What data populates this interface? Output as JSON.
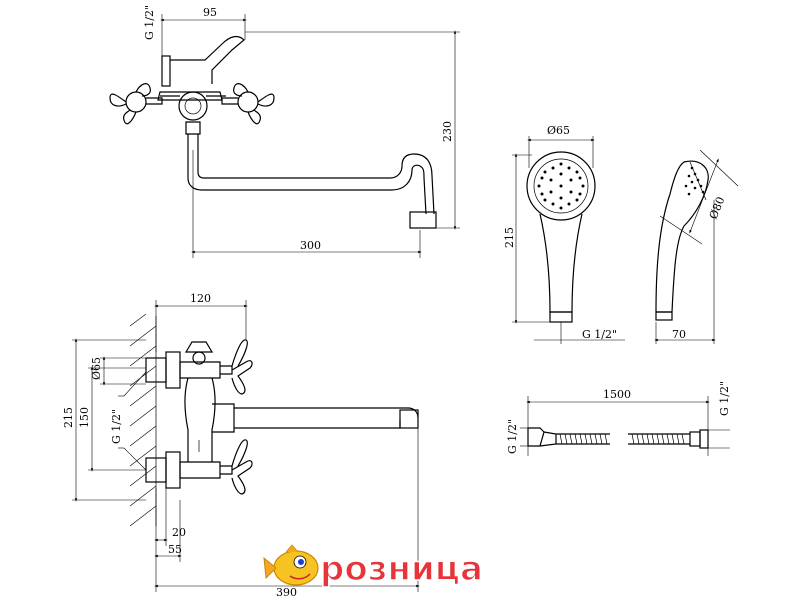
{
  "dimensions": {
    "top_g12": "G 1/2\"",
    "top_95": "95",
    "top_230": "230",
    "top_300": "300",
    "head_d65": "Ø65",
    "head_215": "215",
    "head_g12": "G 1/2\"",
    "head_d80": "Ø80",
    "head_70": "70",
    "side_120": "120",
    "side_d65": "Ø65",
    "side_215": "215",
    "side_150": "150",
    "side_g12": "G 1/2\"",
    "side_20": "20",
    "side_55": "55",
    "side_390": "390",
    "hose_1500": "1500",
    "hose_g12_left": "G 1/2\"",
    "hose_g12_right": "G 1/2\""
  },
  "logo": {
    "text": "розница",
    "color": "#e8333a"
  }
}
